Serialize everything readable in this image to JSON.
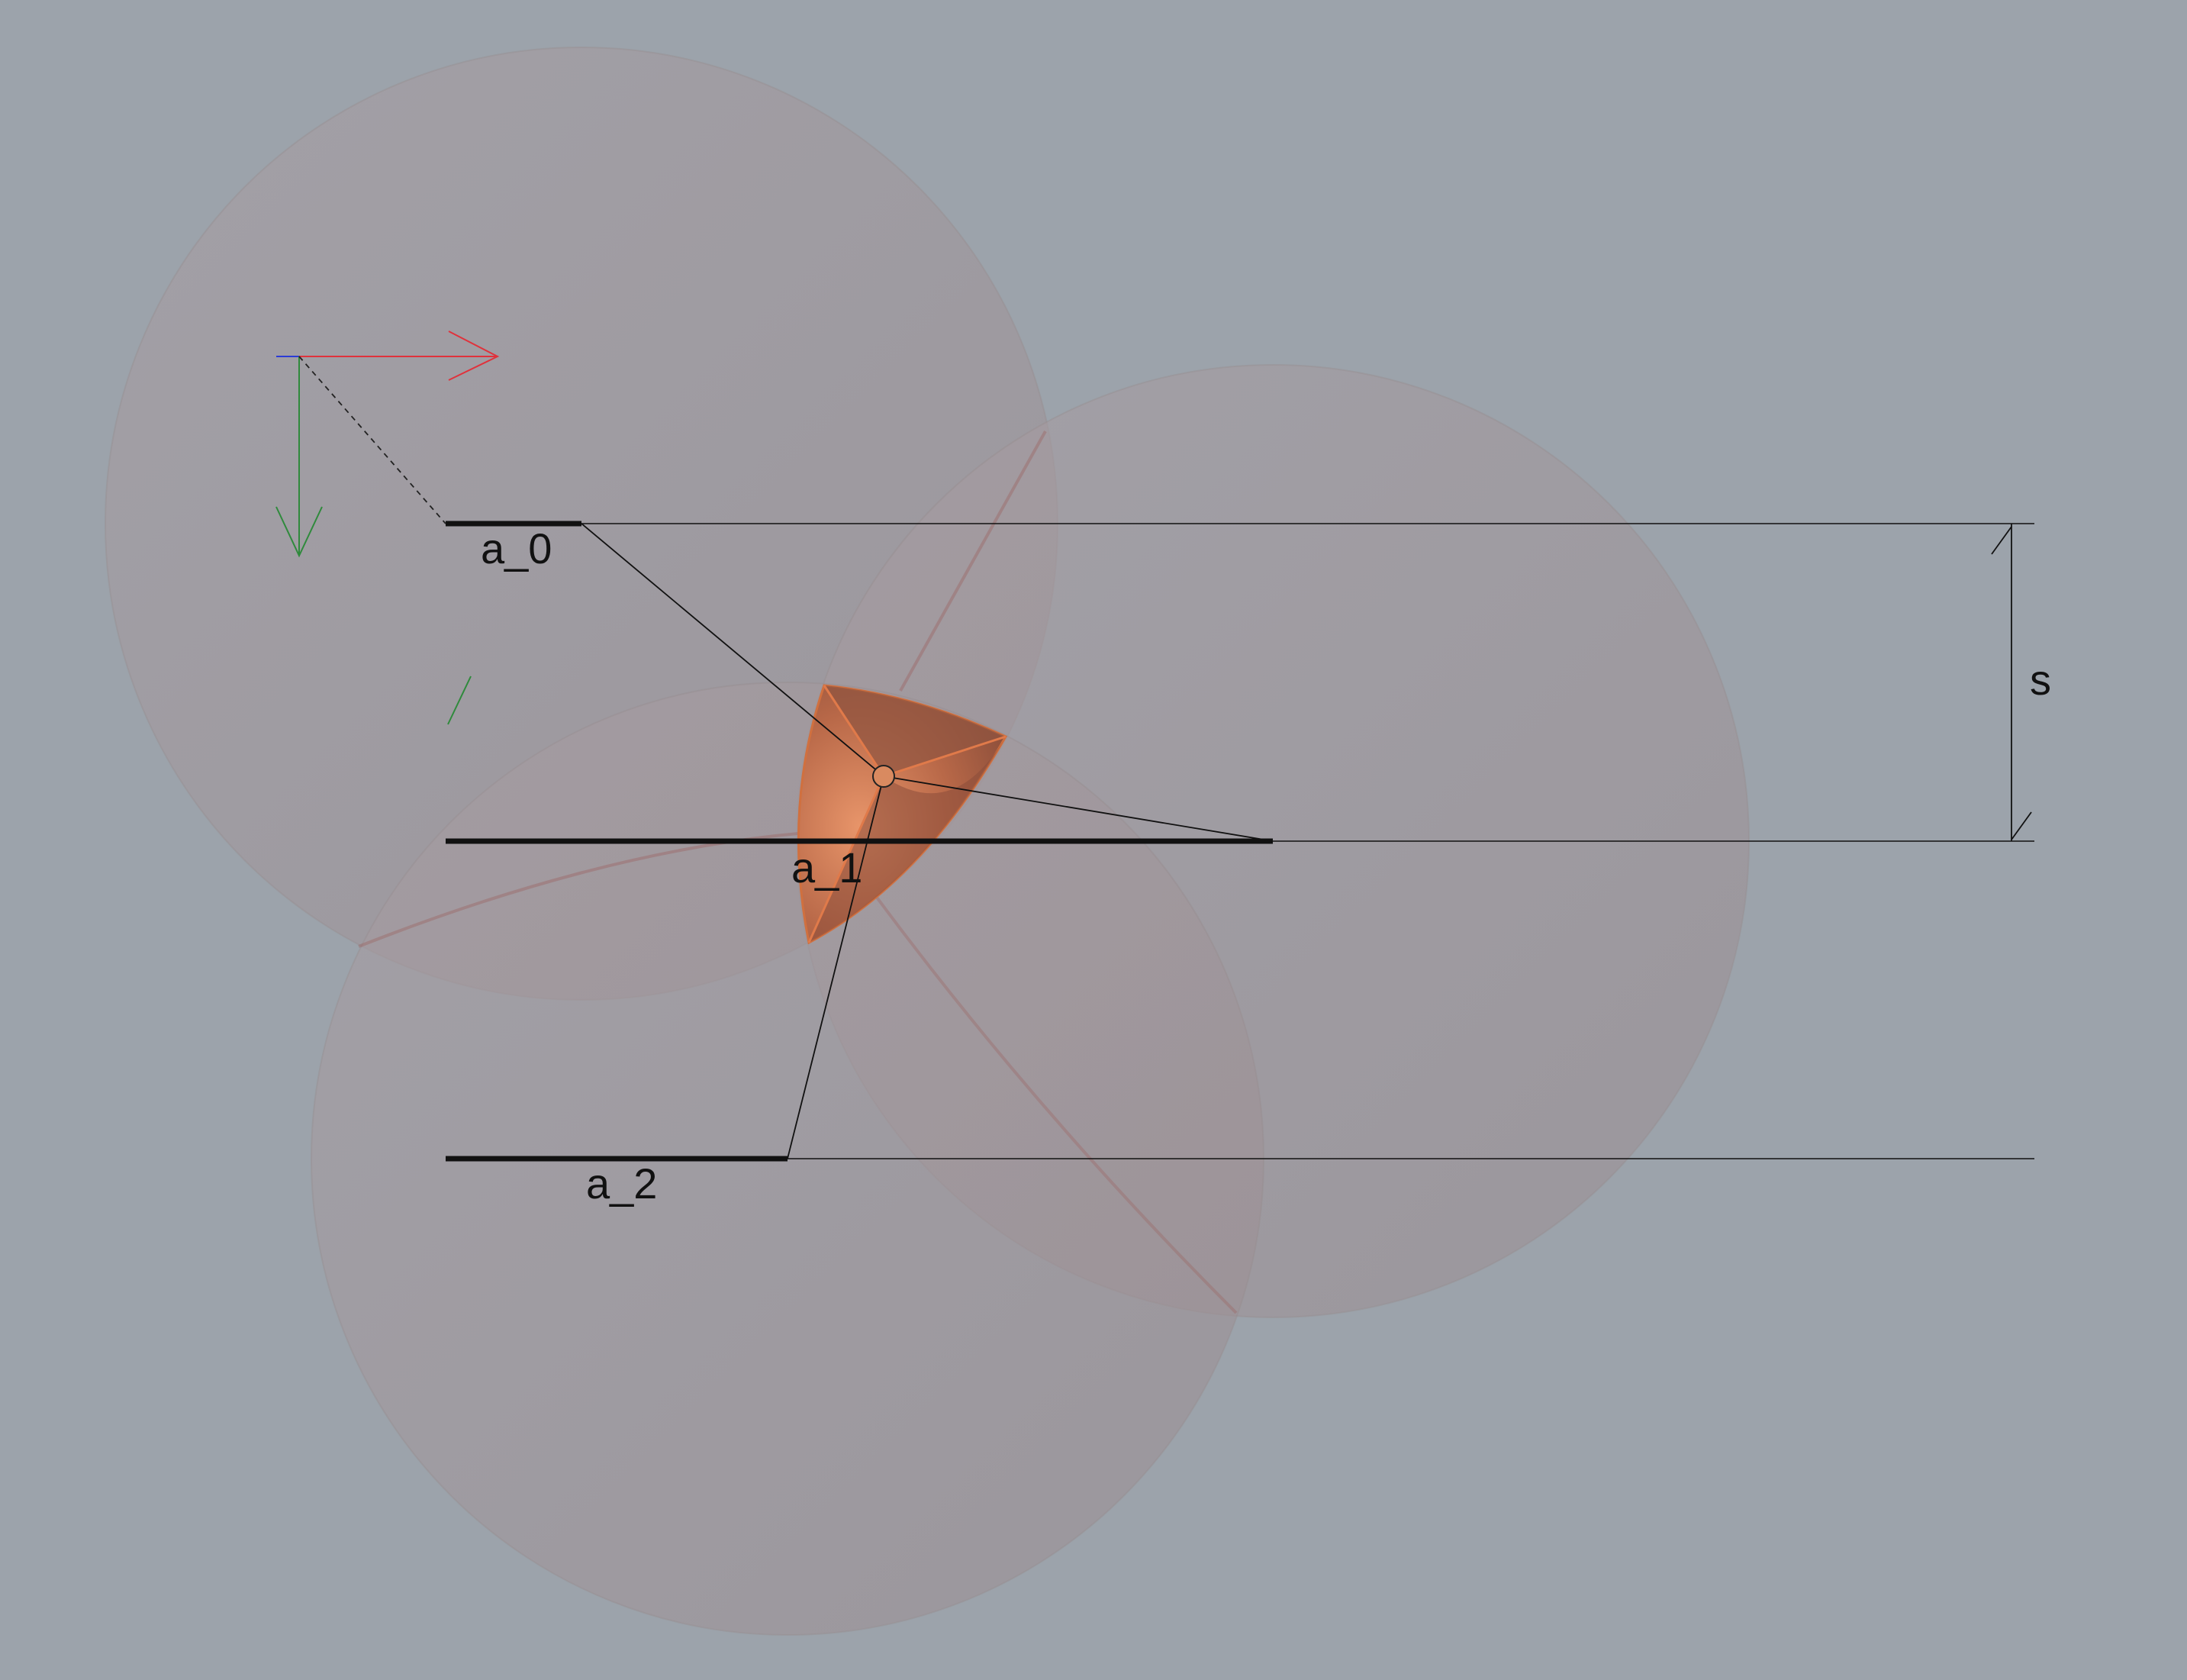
{
  "labels": {
    "segment_a0": "a_0",
    "segment_a1": "a_1",
    "segment_a2": "a_2",
    "dimension": "s"
  },
  "colors": {
    "background": "#9ca3ab",
    "sphere_fill": "#a79c9f",
    "sphere_edge": "#948a8d",
    "wedge_light": "#e08a5e",
    "wedge_dark": "#8a4e3c",
    "wedge_edge": "#e07a4a",
    "axis_x": "#e0323c",
    "axis_y": "#2f8a3c",
    "axis_z": "#2b3bd6",
    "line": "#111111"
  },
  "icons": {
    "axis_gizmo": "xyz-axes-icon",
    "center_point": "circle-point-icon"
  }
}
